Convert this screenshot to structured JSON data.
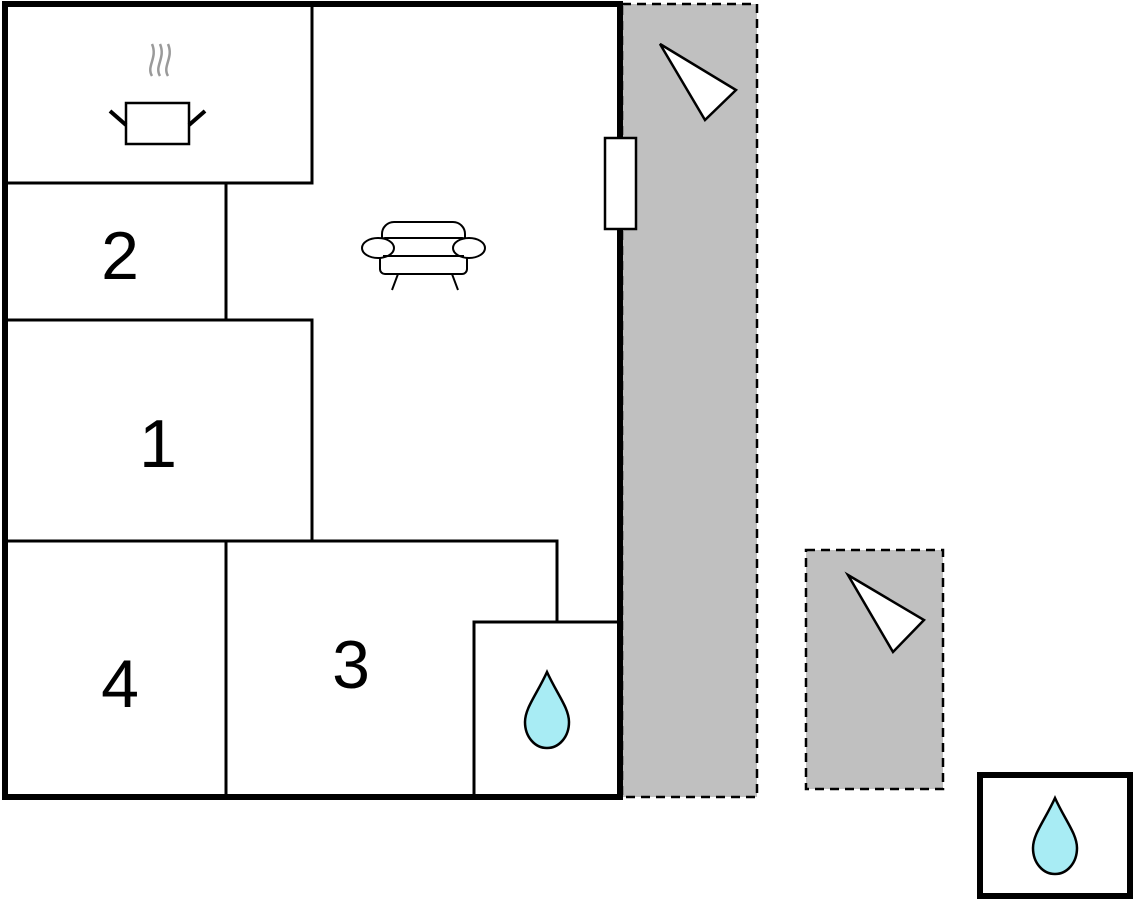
{
  "colors": {
    "wall": "#000000",
    "room_fill": "#ffffff",
    "terrace_fill": "#c0c0c0",
    "water": "#a8ecf4",
    "steam": "#9a9a9a"
  },
  "icons": {
    "kitchen": "cooking-pot-icon",
    "living_room": "sofa-icon",
    "bathroom": "water-drop-icon",
    "terrace": "sun-wedge-icon",
    "window": "window-icon"
  },
  "rooms": {
    "bedroom_1": {
      "number": "1"
    },
    "bedroom_2": {
      "number": "2"
    },
    "bedroom_3": {
      "number": "3"
    },
    "bedroom_4": {
      "number": "4"
    }
  }
}
